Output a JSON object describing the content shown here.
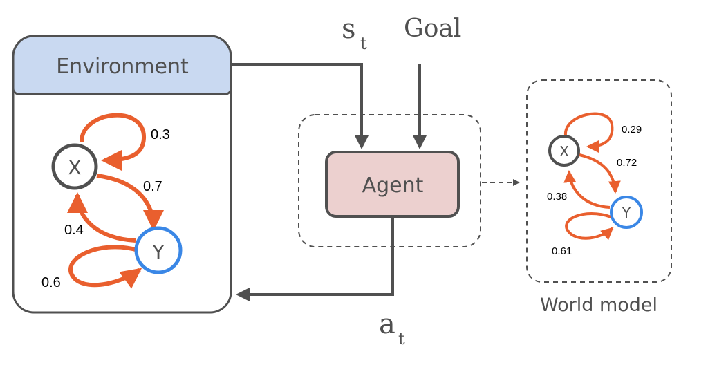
{
  "environment": {
    "label": "Environment",
    "header_color": "#c9d9f1",
    "chain": {
      "x_label": "X",
      "y_label": "Y",
      "p_xx": "0.3",
      "p_xy": "0.7",
      "p_yx": "0.4",
      "p_yy": "0.6"
    }
  },
  "agent": {
    "label": "Agent",
    "color": "#ecd0cf"
  },
  "inputs": {
    "state": "s",
    "state_sub": "t",
    "goal": "Goal"
  },
  "action": {
    "label": "a",
    "sub": "t"
  },
  "world_model": {
    "caption": "World model",
    "chain": {
      "x_label": "X",
      "y_label": "Y",
      "p_xx": "0.29",
      "p_xy": "0.72",
      "p_yx": "0.38",
      "p_yy": "0.61"
    }
  },
  "colors": {
    "arrow_orange": "#e95f2e",
    "node_x_border": "#505050",
    "node_y_border": "#3a87e6",
    "line_gray": "#505050"
  }
}
